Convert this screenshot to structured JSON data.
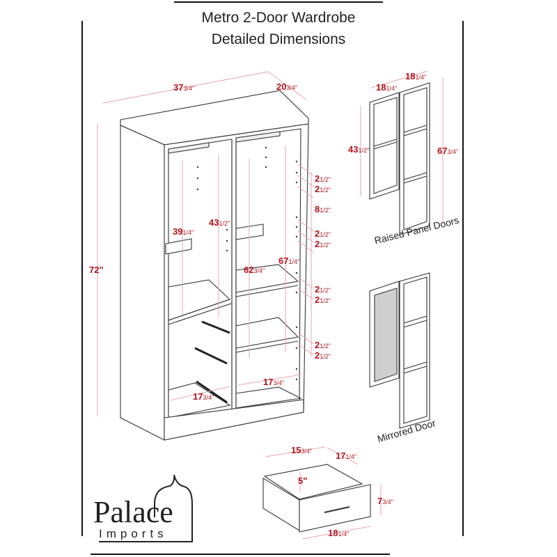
{
  "title": {
    "line1": "Metro 2-Door Wardrobe",
    "line2": "Detailed Dimensions"
  },
  "colors": {
    "dimension_text": "#b5121b",
    "dimension_line": "#e9a6ae",
    "outline": "#333333",
    "mirror": "#cfcfcf"
  },
  "wardrobe": {
    "width": {
      "whole": "37",
      "frac": "3/4\""
    },
    "depth": {
      "whole": "20",
      "frac": "3/4\""
    },
    "height": {
      "whole": "72\"",
      "frac": ""
    },
    "left_hanging_height": {
      "whole": "39",
      "frac": "1/4\""
    },
    "left_inner_height": {
      "whole": "43",
      "frac": "1/2\""
    },
    "right_hanging_height": {
      "whole": "62",
      "frac": "3/4\""
    },
    "right_inner_height": {
      "whole": "67",
      "frac": "1/4\""
    },
    "left_bottom_width": {
      "whole": "17",
      "frac": "3/4\""
    },
    "right_bottom_width": {
      "whole": "17",
      "frac": "3/4\""
    },
    "shelf_spacings": [
      {
        "whole": "2",
        "frac": "1/2\""
      },
      {
        "whole": "2",
        "frac": "1/2\""
      },
      {
        "whole": "8",
        "frac": "1/2\""
      },
      {
        "whole": "2",
        "frac": "1/2\""
      },
      {
        "whole": "2",
        "frac": "1/2\""
      },
      {
        "whole": "2",
        "frac": "1/2\""
      },
      {
        "whole": "2",
        "frac": "1/2\""
      },
      {
        "whole": "2",
        "frac": "1/2\""
      },
      {
        "whole": "2",
        "frac": "1/2\""
      }
    ]
  },
  "raised_panel_doors": {
    "caption": "Raised Panel Doors",
    "left_width": {
      "whole": "18",
      "frac": "1/4\""
    },
    "right_width": {
      "whole": "18",
      "frac": "1/4\""
    },
    "short_height": {
      "whole": "43",
      "frac": "1/2\""
    },
    "tall_height": {
      "whole": "67",
      "frac": "3/4\""
    }
  },
  "mirrored_door": {
    "caption": "Mirrored Door"
  },
  "drawer": {
    "inner_width": {
      "whole": "15",
      "frac": "3/4\""
    },
    "depth": {
      "whole": "17",
      "frac": "1/4\""
    },
    "inner_height": {
      "whole": "5\"",
      "frac": ""
    },
    "front_height": {
      "whole": "7",
      "frac": "3/4\""
    },
    "front_width": {
      "whole": "18",
      "frac": "1/4\""
    }
  },
  "logo": {
    "name": "Palace",
    "sub": "Imports"
  }
}
